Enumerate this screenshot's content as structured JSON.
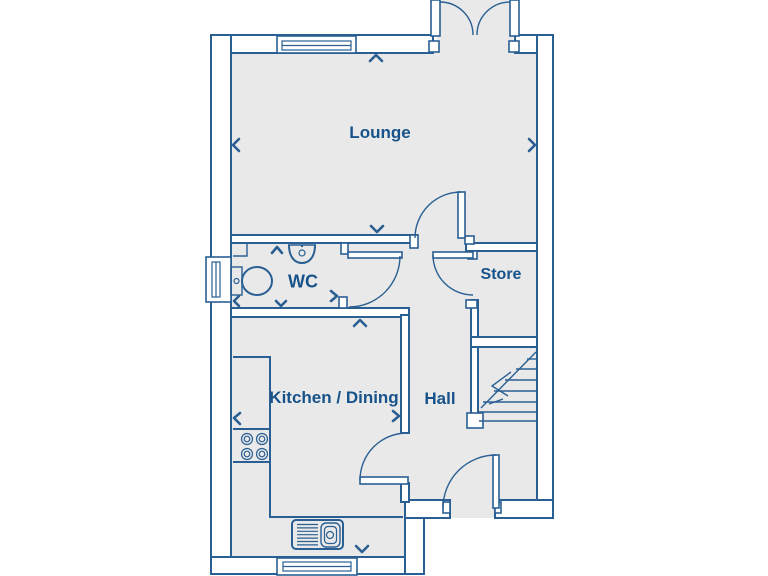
{
  "title": "House ground floor plan",
  "colors": {
    "wall_line": "#2a5f93",
    "room_fill": "#e9e9e9",
    "label_text": "#17538a",
    "background": "#ffffff"
  },
  "rooms": {
    "lounge": {
      "label": "Lounge"
    },
    "wc": {
      "label": "WC"
    },
    "store": {
      "label": "Store"
    },
    "kitchen_dining": {
      "label": "Kitchen / Dining"
    },
    "hall": {
      "label": "Hall"
    }
  },
  "fixtures": [
    "french-entrance-doors",
    "front-door",
    "internal-doors",
    "window-top",
    "window-left",
    "window-bottom",
    "toilet",
    "basin",
    "worktop",
    "hob",
    "sink-with-drainer",
    "staircase-up"
  ]
}
